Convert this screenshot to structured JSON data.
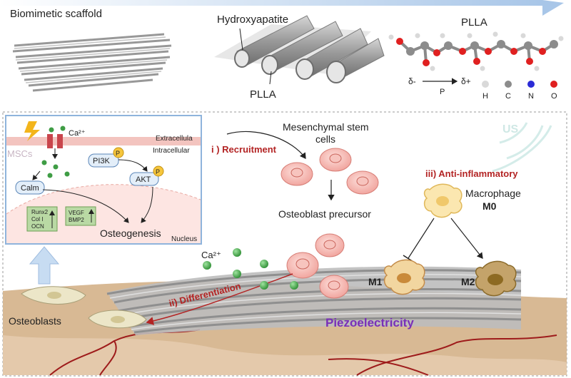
{
  "top": {
    "scaffold_title": "Biomimetic scaffold",
    "fiber_label_ha": "Hydroxyapatite",
    "fiber_label_plla": "PLLA",
    "molecule_title": "PLLA",
    "dipole_left": "δ-",
    "dipole_right": "δ+",
    "dipole_p": "P",
    "legend": [
      {
        "label": "H",
        "color": "#d9d9d9"
      },
      {
        "label": "C",
        "color": "#8c8c8c"
      },
      {
        "label": "N",
        "color": "#2b2bd6"
      },
      {
        "label": "O",
        "color": "#e02020"
      }
    ]
  },
  "inset": {
    "ca_label": "Ca²⁺",
    "extracellular": "Extracellula",
    "intracellular": "Intracellular",
    "mscs": "MSCs",
    "pi3k": "PI3K",
    "akt": "AKT",
    "p": "P",
    "calm": "Calm",
    "genes_left": [
      "Runx2",
      "Col I",
      "OCN"
    ],
    "genes_right": [
      "VEGF",
      "BMP2"
    ],
    "osteogenesis": "Osteogenesis",
    "nucleus": "Nucleus"
  },
  "main": {
    "msc_label_1": "Mesenchymal stem",
    "msc_label_2": "cells",
    "recruitment": "i ) Recruitment",
    "precursor": "Osteoblast precursor",
    "anti_inflammatory": "iii) Anti-inflammatory",
    "macrophage": "Macrophage",
    "m0": "M0",
    "m1": "M1",
    "m2": "M2",
    "ca_label": "Ca²⁺",
    "differentiation": "ii) Differentiation",
    "piezo": "Piezoelectricity",
    "osteoblasts": "Osteoblasts",
    "us": "US"
  },
  "colors": {
    "red_label": "#b32424",
    "purple_label": "#7a2fb8",
    "cell_pink": "#f2a7a2",
    "ca_green": "#4caf50",
    "bone": "#d2b48c"
  }
}
